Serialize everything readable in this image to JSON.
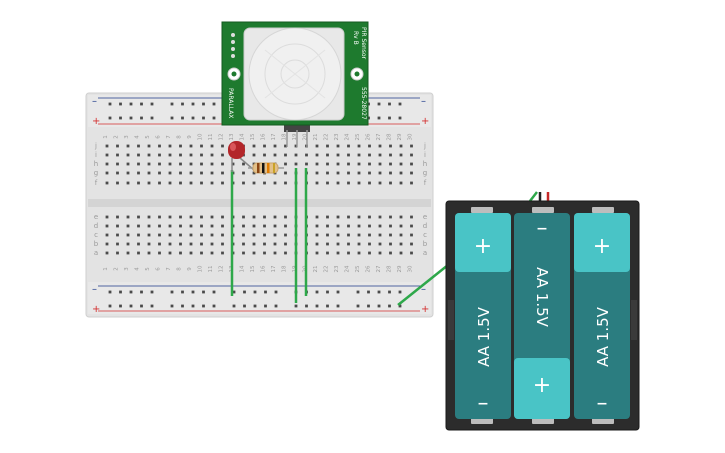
{
  "breadboard": {
    "columns": 30,
    "row_letters_top": [
      "j",
      "i",
      "h",
      "g",
      "f"
    ],
    "row_letters_bottom": [
      "e",
      "d",
      "c",
      "b",
      "a"
    ],
    "rail_minus": "–",
    "rail_plus": "+",
    "column_numbers": [
      "1",
      "2",
      "3",
      "4",
      "5",
      "6",
      "7",
      "8",
      "9",
      "10",
      "11",
      "12",
      "13",
      "14",
      "15",
      "16",
      "17",
      "18",
      "19",
      "20",
      "21",
      "22",
      "23",
      "24",
      "25",
      "26",
      "27",
      "28",
      "29",
      "30"
    ]
  },
  "pir_sensor": {
    "title": "PIR Sensor",
    "revision": "Rv B",
    "part_number": "555-28027",
    "brand": "PARALLAX"
  },
  "battery_pack": {
    "cells": [
      {
        "label": "AA 1.5V",
        "top_sign": "+",
        "bottom_sign": "–"
      },
      {
        "label": "AA 1.5V",
        "top_sign": "–",
        "bottom_sign": "+"
      },
      {
        "label": "AA 1.5V",
        "top_sign": "+",
        "bottom_sign": "–"
      }
    ]
  },
  "colors": {
    "board": "#e0e0e0",
    "rail_red": "#d32f2f",
    "rail_blue": "#1e3a8a",
    "wire_green": "#2ea84a",
    "pcb_green": "#1e7a2e",
    "battery_teal": "#2b7d80",
    "battery_light": "#49c4c6",
    "battery_case": "#2c2c2c",
    "led_red": "#b3262a"
  },
  "icons": [
    "breadboard",
    "pir-sensor",
    "led",
    "resistor",
    "battery-holder",
    "jumper-wire"
  ]
}
